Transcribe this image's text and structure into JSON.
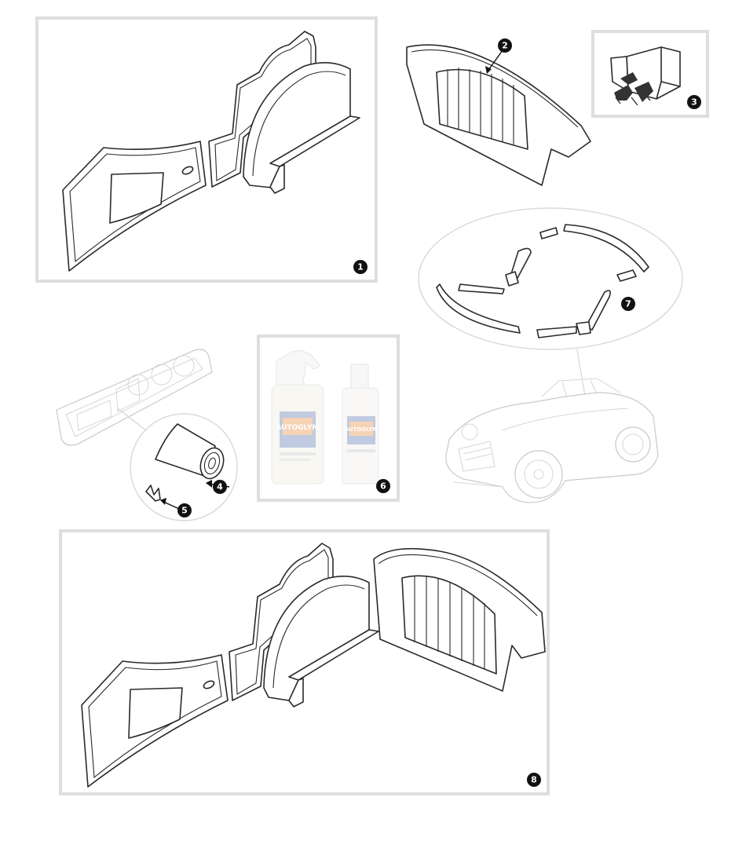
{
  "diagram": {
    "callouts": [
      "1",
      "2",
      "3",
      "4",
      "5",
      "6",
      "7",
      "8"
    ],
    "product": {
      "brand_logo_text": "AUTOGLYM"
    },
    "colors": {
      "frame": "#dedede",
      "line": "#2a2a2a",
      "faint_line": "#c9c9c9",
      "callout": "#111111",
      "product_blue": "#1f3f8f",
      "product_orange": "#e9872a"
    },
    "icons": [
      "door-card-panel",
      "wheel-arch-cover",
      "rear-seat-back-panel",
      "fastener-clip-bag",
      "trim-material-roll",
      "trim-clip",
      "cleaner-bottles",
      "edge-trim-strips",
      "car-outline"
    ]
  }
}
